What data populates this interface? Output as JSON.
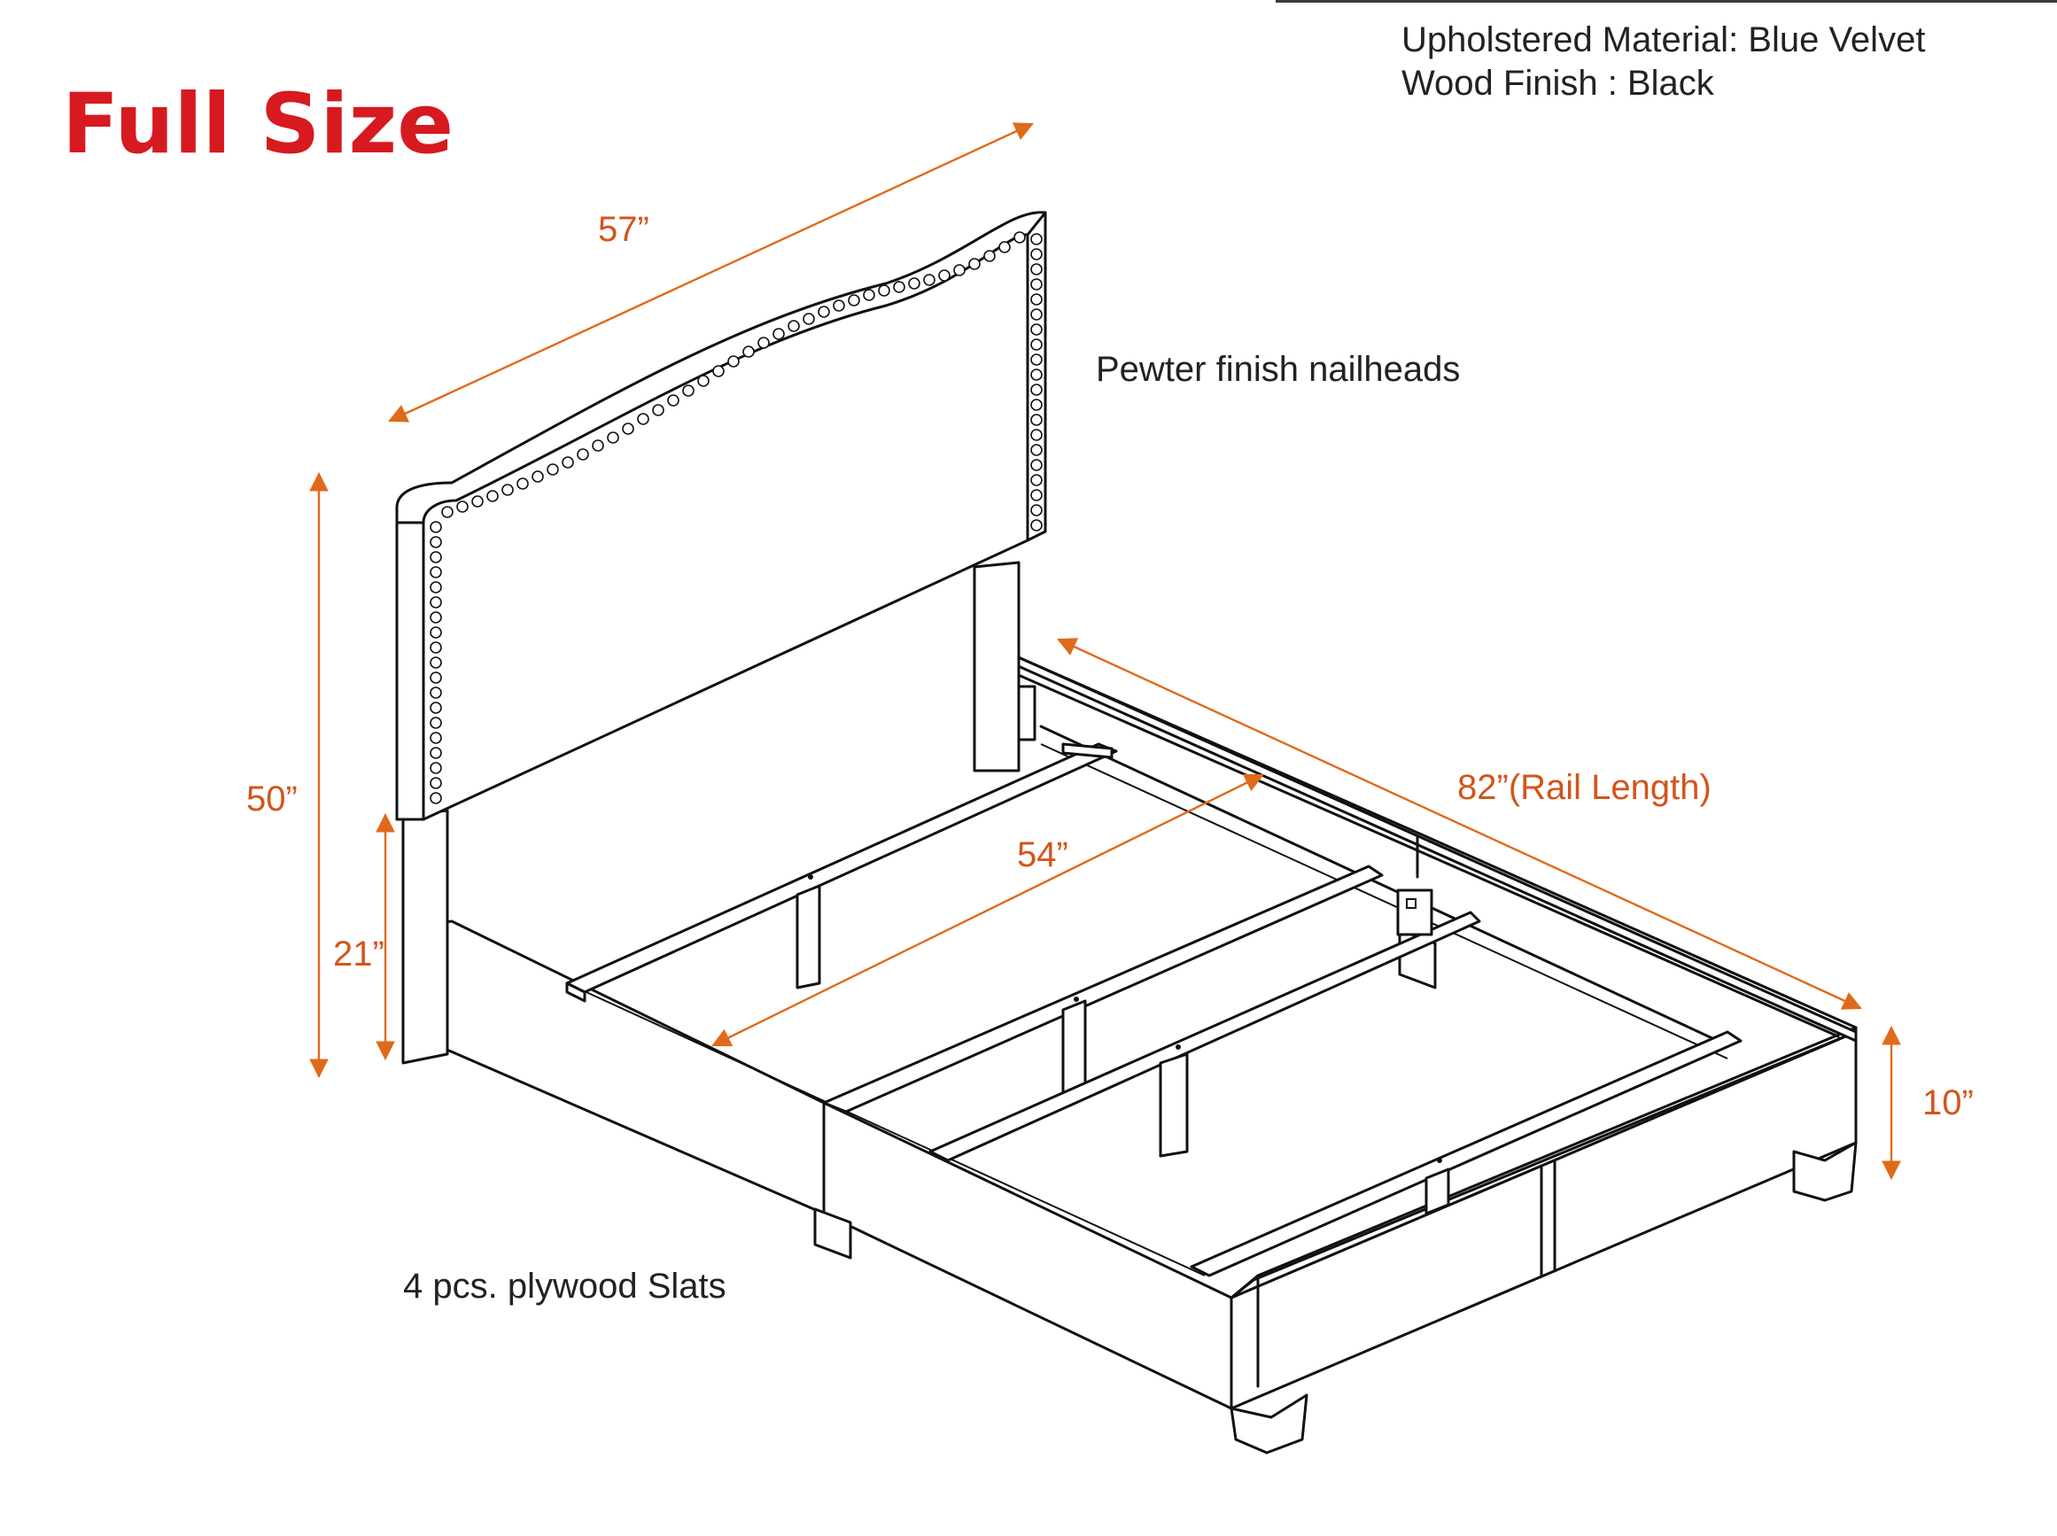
{
  "title": "Full Size",
  "specs": {
    "material": "Upholstered Material: Blue Velvet",
    "finish": "Wood Finish : Black"
  },
  "callouts": {
    "nailheads": "Pewter finish nailheads",
    "slats": "4 pcs. plywood Slats"
  },
  "dimensions": {
    "headboard_width": "57”",
    "overall_height": "50”",
    "rail_height": "21”",
    "inner_width": "54”",
    "rail_length": "82”(Rail Length)",
    "side_height": "10”"
  },
  "colors": {
    "title": "#d71920",
    "dimension": "#e06a1b",
    "line": "#111111",
    "text": "#222222"
  }
}
